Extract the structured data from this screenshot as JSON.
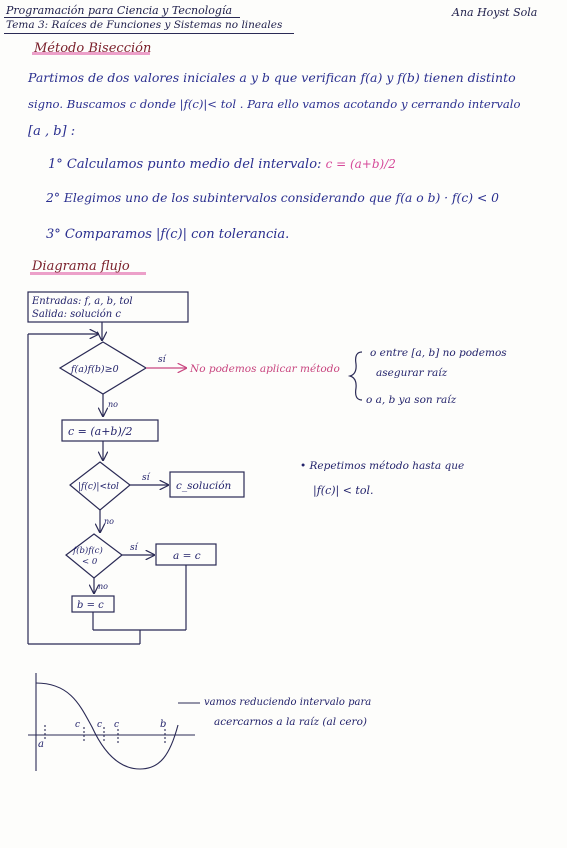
{
  "header": {
    "subject": "Programación para Ciencia y Tecnología",
    "topic": "Tema 3: Raíces de Funciones y Sistemas no lineales",
    "author": "Ana Hoyst Sola"
  },
  "section1": {
    "title": "Método Bisección",
    "intro_line1": "Partimos de dos valores iniciales a y b que verifican f(a) y f(b) tienen distinto",
    "intro_line2": "signo. Buscamos c donde |f(c)|< tol . Para ello vamos acotando y cerrando intervalo",
    "intro_line3": "[a , b] :",
    "step1_text": "1° Calculamos punto medio del intervalo:",
    "step1_formula": "c = (a+b)/2",
    "step2_text": "2° Elegimos uno de los subintervalos considerando que f(a o b) · f(c) < 0",
    "step3_text": "3° Comparamos |f(c)| con tolerancia."
  },
  "section2": {
    "title": "Diagrama flujo",
    "box_inputs": "Entradas: f, a, b, tol",
    "box_outputs": "Salida: solución c",
    "d1_label": "f(a)f(b)≥0",
    "d1_si": "sí",
    "d1_no": "no",
    "d1_result": "No podemos aplicar método",
    "note_a1": "o entre [a, b] no podemos",
    "note_a2": "asegurar raíz",
    "note_b": "o a, b ya son raíz",
    "box_mid": "c = (a+b)/2",
    "d2_label": "|f(c)|<tol",
    "d2_si": "sí",
    "d2_no": "no",
    "box_sol": "c_solución",
    "note_repeat1": "• Repetimos método hasta que",
    "note_repeat2": "|f(c)| < tol.",
    "d3_label1": "f(b)f(c)",
    "d3_label2": "< 0",
    "d3_si": "sí",
    "d3_no": "no",
    "box_ac": "a = c",
    "box_bc": "b = c"
  },
  "graph": {
    "label_a": "a",
    "label_c1": "c",
    "label_c2": "c",
    "label_c3": "c",
    "label_b": "b",
    "note1": "vamos reduciendo intervalo para",
    "note2": "acercarnos a la raíz (al cero)"
  },
  "colors": {
    "ink": "#23236b",
    "pink": "#d64a9a",
    "highlight": "#e98fbf"
  }
}
